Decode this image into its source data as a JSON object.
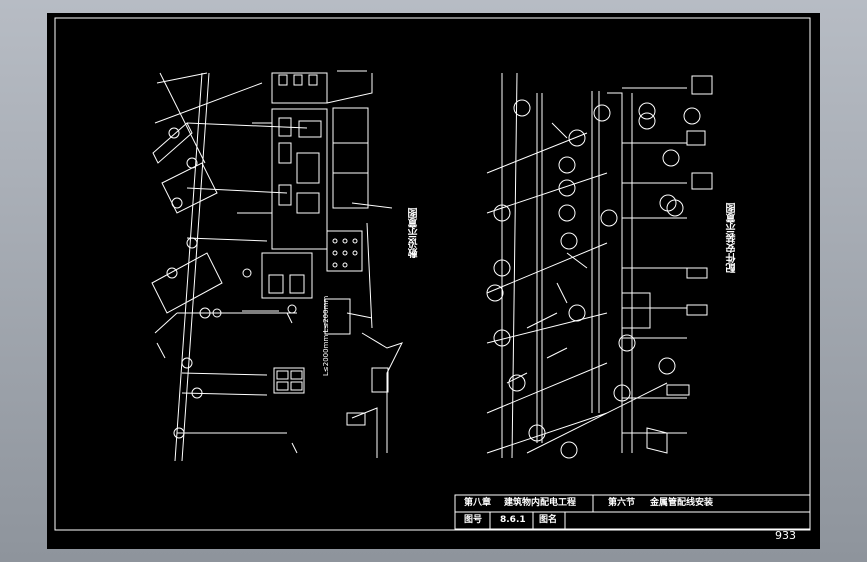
{
  "titleblock": {
    "chapter": "第八章",
    "chapter_title": "建筑物内配电工程",
    "section": "第六节",
    "section_title": "金属管配线安装",
    "fig_no_label": "图号",
    "fig_no": "8.6.1",
    "fig_name_label": "图名"
  },
  "left_caption": "敷设示意图",
  "right_caption": "配件安装示意图",
  "dimension_note": "L≤2000mm  L≤200mm",
  "page_number": "933",
  "colors": {
    "background": "#000000",
    "lines": "#ffffff",
    "frame_bg": "#9aa0a8"
  }
}
